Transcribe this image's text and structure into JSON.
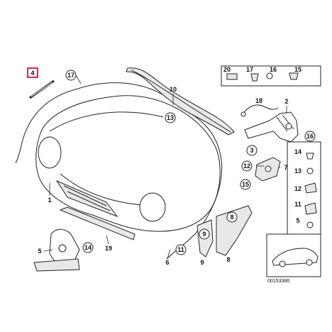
{
  "diagram": {
    "callouts_circle": [
      "17",
      "10",
      "18",
      "2",
      "16",
      "3",
      "12",
      "15",
      "11",
      "14",
      "9",
      "8",
      "13",
      "6"
    ],
    "callouts_plain": [
      "1",
      "4",
      "5",
      "6",
      "7",
      "9",
      "8",
      "19"
    ],
    "sidebar_labels": [
      "20",
      "17",
      "16",
      "15",
      "14",
      "13",
      "11",
      "5",
      "12"
    ],
    "box_label": "4",
    "reference_code": "00153386",
    "colors": {
      "line": "#222222",
      "highlight": "#c4001a",
      "fill": "#e8e8e8"
    }
  }
}
